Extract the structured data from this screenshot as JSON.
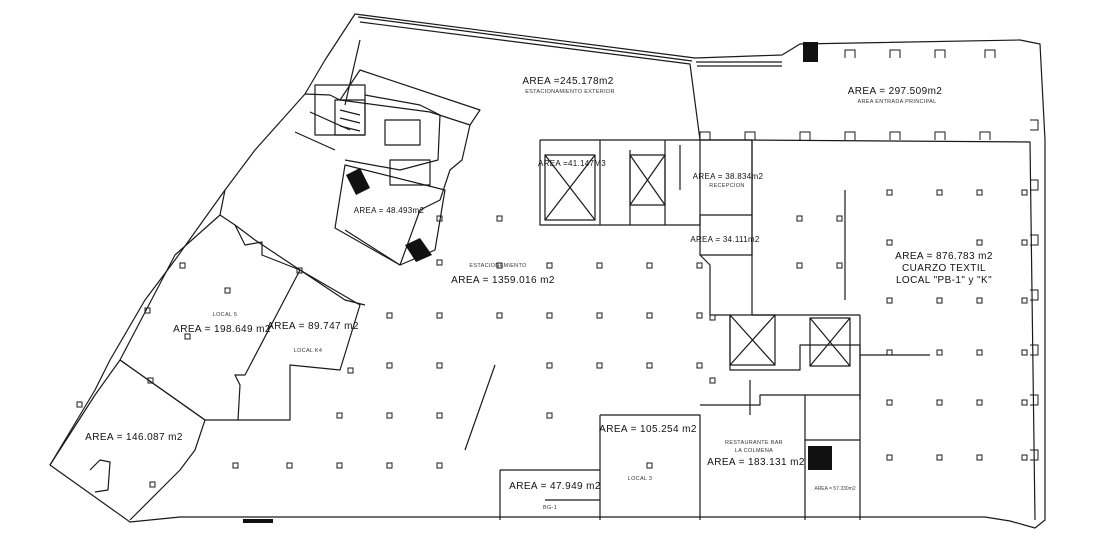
{
  "areas": {
    "exterior_parking": {
      "area": "AREA =245.178m2",
      "name": "ESTACIONAMIENTO EXTERIOR"
    },
    "main_entrance": {
      "area": "AREA = 297.509m2",
      "name": "AREA ENTRADA PRINCIPAL"
    },
    "elevator_a": {
      "area": "AREA =41.147M3"
    },
    "reception": {
      "area": "AREA = 38.834m2",
      "name": "RECEPCION"
    },
    "hall_small": {
      "area": "AREA = 34.111m2"
    },
    "textile_store": {
      "area": "AREA = 876.783 m2",
      "line2": "CUARZO TEXTIL",
      "line3": "LOCAL \"PB-1\" y \"K\""
    },
    "parking": {
      "name": "ESTACIONAMIENTO",
      "area": "AREA = 1359.016 m2"
    },
    "stairs_core": {
      "area": "AREA = 48.493m2"
    },
    "local_5": {
      "name": "LOCAL 5",
      "area": "AREA = 198.649 m2"
    },
    "local_k4": {
      "area": "AREA = 89.747 m2",
      "name": "LOCAL K4"
    },
    "corner_store": {
      "area": "AREA = 146.087 m2"
    },
    "local_3": {
      "area": "AREA = 105.254 m2",
      "name": "LOCAL 3"
    },
    "bg1": {
      "area": "AREA = 47.949 m2",
      "name": "BG-1"
    },
    "restaurant": {
      "line1": "RESTAURANTE BAR",
      "line2": "LA COLMENA",
      "area": "AREA = 183.131 m2"
    },
    "small_bath": {
      "area": "AREA = 57.330m2"
    }
  },
  "colors": {
    "line": "#1a1a1a",
    "fill_dark": "#111111",
    "background": "#ffffff"
  }
}
